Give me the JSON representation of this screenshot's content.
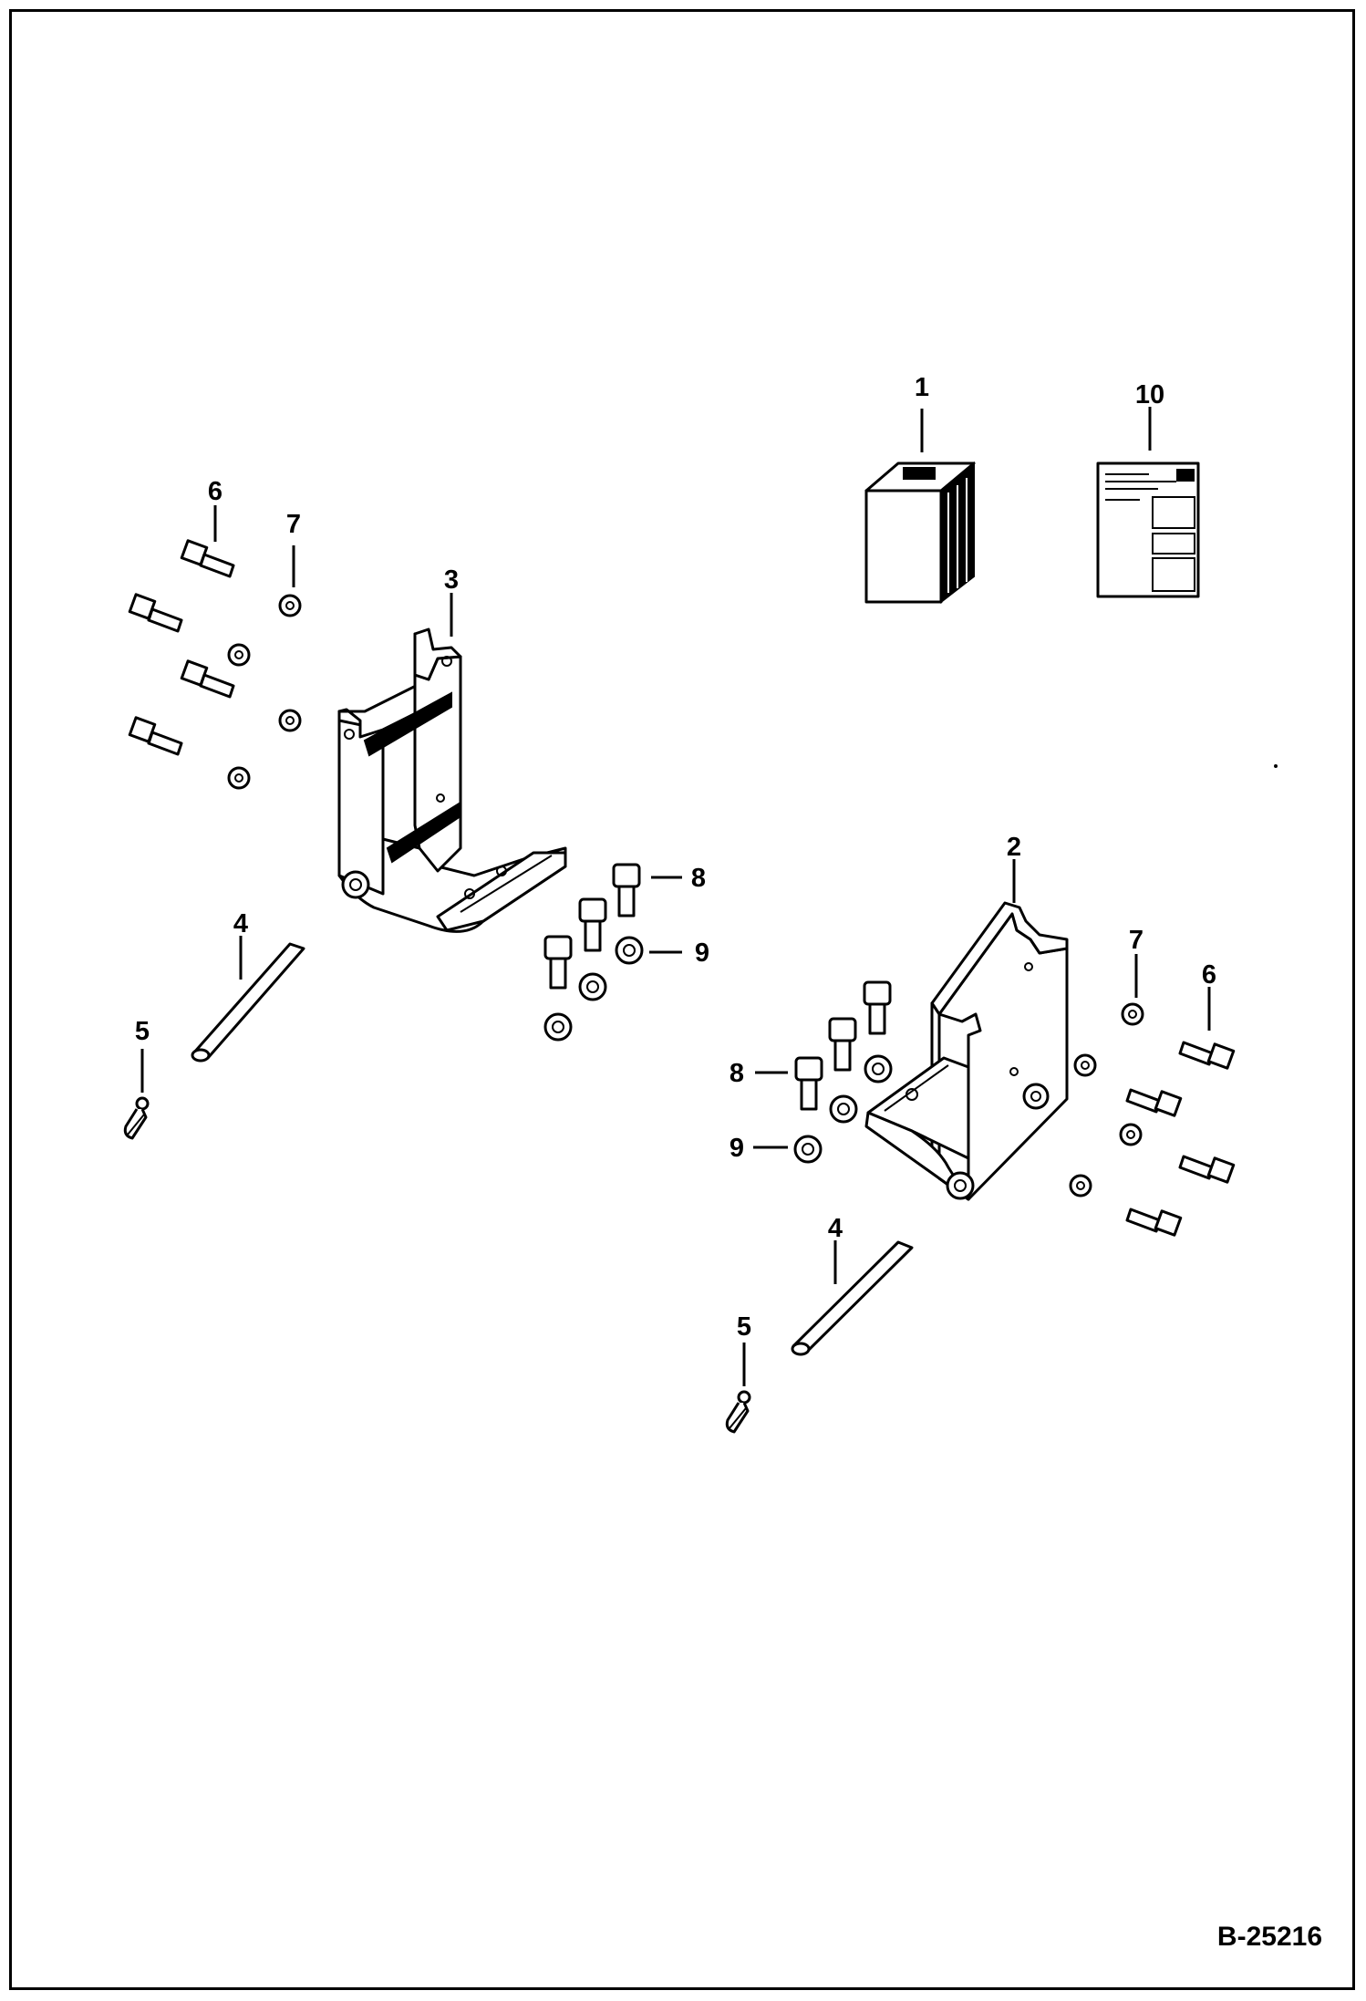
{
  "diagram": {
    "callouts": {
      "c1": "1",
      "c10": "10",
      "c6_left": "6",
      "c7_left": "7",
      "c3": "3",
      "c8_left": "8",
      "c9_left": "9",
      "c4_left": "4",
      "c5_left": "5",
      "c2": "2",
      "c7_right": "7",
      "c6_right": "6",
      "c8_right": "8",
      "c9_right": "9",
      "c4_right": "4",
      "c5_right": "5"
    },
    "document_id": "B-25216"
  }
}
